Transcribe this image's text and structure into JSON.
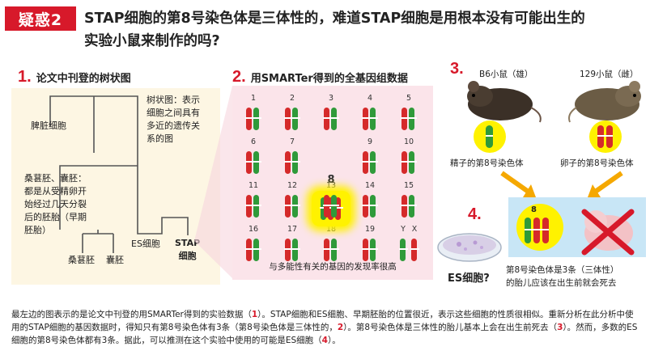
{
  "header": {
    "badge": "疑惑2",
    "title_line1": "STAP细胞的第8号染色体是三体性的，难道STAP细胞是用根本没有可能出生的",
    "title_line2": "实验小鼠来制作的吗?"
  },
  "panel1": {
    "num": "1.",
    "title": "论文中刊登的树状图",
    "note": [
      "树状图：表示",
      "细胞之间具有",
      "多近的遗传关",
      "系的图"
    ],
    "spleen": "脾脏细胞",
    "morula_desc": [
      "桑葚胚、囊胚：",
      "都是从受精卵开",
      "始经过几天分裂",
      "后的胚胎（早期",
      "胚胎）"
    ],
    "es": "ES细胞",
    "stap": [
      "STAP",
      "细胞"
    ],
    "morula": "桑葚胚",
    "blastocyst": "囊胚"
  },
  "panel2": {
    "num": "2.",
    "title": "用SMARTer得到的全基因组数据",
    "labels": [
      "1",
      "2",
      "3",
      "4",
      "5",
      "6",
      "7",
      "8",
      "9",
      "10",
      "11",
      "12",
      "13",
      "14",
      "15",
      "16",
      "17",
      "18",
      "19",
      "Y",
      "X"
    ],
    "caption": "与多能性有关的基因的发现率很高"
  },
  "panel3": {
    "num": "3.",
    "male_mouse": "B6小鼠（雄）",
    "female_mouse": "129小鼠（雌）",
    "sperm_label": "精子的第8号染色体",
    "egg_label": "卵子的第8号染色体"
  },
  "panel4": {
    "num": "4.",
    "es_label": "ES细胞?",
    "chr_num": "8",
    "desc_line1": "第8号染色体是3条（三体性）",
    "desc_line2": "的胎儿应该在出生前就会死去"
  },
  "footer": {
    "p1": "最左边的图表示的是论文中刊登的用SMARTer得到的实验数据（",
    "n1": "1",
    "p2": "）。STAP细胞和ES细胞、早期胚胎的位置很近，表示这些细胞的性质很相似。重新分析在此分析中使用的STAP细胞的基因数据时，得知只有第8号染色体有3条（第8号染色体是三体性的，",
    "n2": "2",
    "p3": "）。第8号染色体是三体性的胎儿基本上会在出生前死去（",
    "n3": "3",
    "p4": "）。然而，多数的ES细胞的第8号染色体都有3条。据此，可以推测在这个实验中使用的可能是ES细胞（",
    "n4": "4",
    "p5": "）。"
  },
  "colors": {
    "accent": "#d7192a",
    "chr_red": "#d52a2a",
    "chr_green": "#2f9a3a",
    "highlight": "#fff200"
  }
}
